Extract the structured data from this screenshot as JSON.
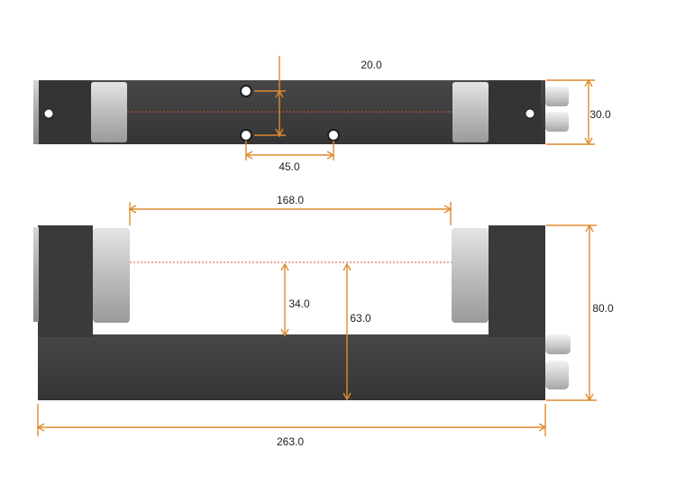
{
  "colors": {
    "dimension": "#e08a2e",
    "body": "#3c3c3c",
    "body_dark": "#2f2f2f",
    "window": "#b8b8b8",
    "beam": "#d9533a",
    "text": "#222222",
    "background": "#ffffff"
  },
  "top_view": {
    "dimensions": {
      "hole_spacing_vertical": "20.0",
      "height": "30.0",
      "hole_spacing_horizontal": "45.0"
    }
  },
  "front_view": {
    "dimensions": {
      "window_gap": "168.0",
      "height": "80.0",
      "beam_to_arm": "34.0",
      "beam_to_base": "63.0",
      "overall_length": "263.0"
    }
  }
}
